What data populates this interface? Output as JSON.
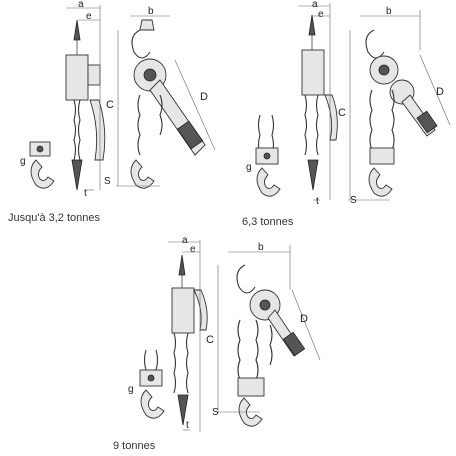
{
  "captions": {
    "small": "Jusqu'à 3,2 tonnes",
    "medium": "6,3 tonnes",
    "large": "9 tonnes"
  },
  "dimension_labels": {
    "a": "a",
    "b": "b",
    "c": "C",
    "d": "D",
    "e": "e",
    "g": "g",
    "s": "S",
    "t": "t"
  }
}
